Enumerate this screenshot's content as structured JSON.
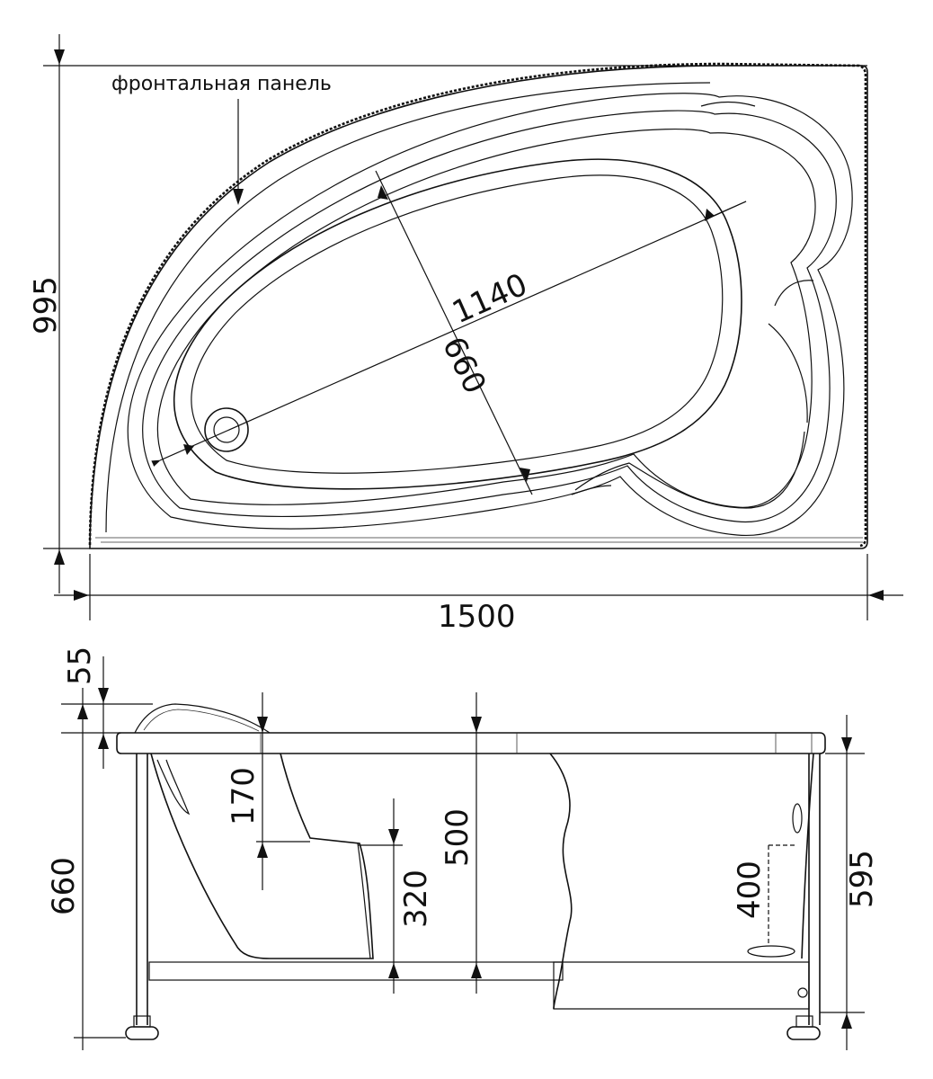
{
  "labels": {
    "front_panel": "фронтальная панель"
  },
  "dimensions": {
    "width_top": "1500",
    "depth_top": "995",
    "bowl_length": "1140",
    "bowl_width": "660",
    "rim_thickness": "55",
    "total_height": "660",
    "headrest": "170",
    "seat": "320",
    "bowl_depth": "500",
    "overflow": "400",
    "frame_height": "595"
  }
}
